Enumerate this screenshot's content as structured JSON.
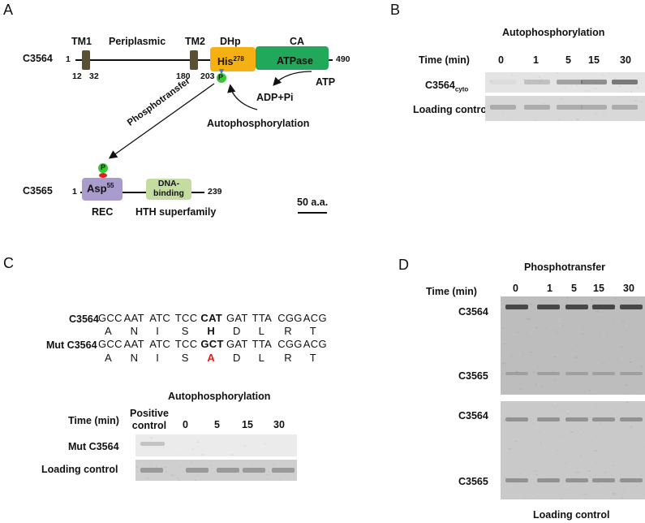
{
  "panels": {
    "a": "A",
    "b": "B",
    "c": "C",
    "d": "D"
  },
  "panel_a": {
    "protein1": "C3564",
    "protein1_start": "1",
    "protein1_end": "490",
    "tm1": "TM1",
    "tm2": "TM2",
    "periplasmic": "Periplasmic",
    "dhp": "DHp",
    "ca": "CA",
    "his_residue": "His",
    "his_number": "278",
    "atpase": "ATPase",
    "pos_12": "12",
    "pos_32": "32",
    "pos_180": "180",
    "pos_203": "203",
    "phospho": "P",
    "atp": "ATP",
    "adp": "ADP+Pi",
    "autophos": "Autophosphorylation",
    "phosphotransfer": "Phosphotransfer",
    "protein2": "C3565",
    "protein2_start": "1",
    "protein2_end": "239",
    "asp_residue": "Asp",
    "asp_number": "55",
    "dna_binding_line1": "DNA-",
    "dna_binding_line2": "binding",
    "rec": "REC",
    "hth": "HTH superfamily",
    "scale": "50 a.a.",
    "colors": {
      "tm": "#5a5035",
      "dhp": "#f5b014",
      "ca": "#22a85a",
      "rec": "#a99ccc",
      "dna": "#c5dca0",
      "phospho": "#36c936",
      "his_tip": "#4a7ac8",
      "asp_tip": "#e02020"
    }
  },
  "panel_b": {
    "title": "Autophosphorylation",
    "time_label": "Time (min)",
    "times": [
      "0",
      "1",
      "5",
      "15",
      "30"
    ],
    "row1_label_main": "C3564",
    "row1_label_sub": "cyto",
    "row2_label": "Loading control",
    "band_intensities": [
      0.05,
      0.25,
      0.45,
      0.6,
      0.75
    ]
  },
  "panel_c": {
    "wt_label": "C3564",
    "wt_seq": [
      "GCC",
      "AAT",
      "ATC",
      "TCC",
      "CAT",
      "GAT",
      "TTA",
      "CGG",
      "ACG"
    ],
    "wt_aa": [
      "A",
      "N",
      "I",
      "S",
      "H",
      "D",
      "L",
      "R",
      "T"
    ],
    "mut_label": "Mut C3564",
    "mut_seq": [
      "GCC",
      "AAT",
      "ATC",
      "TCC",
      "GCT",
      "GAT",
      "TTA",
      "CGG",
      "ACG"
    ],
    "mut_aa": [
      "A",
      "N",
      "I",
      "S",
      "A",
      "D",
      "L",
      "R",
      "T"
    ],
    "mutated_index": 4,
    "mut_color": "#e02020",
    "title": "Autophosphorylation",
    "time_label": "Time (min)",
    "positive_line1": "Positive",
    "positive_line2": "control",
    "times": [
      "0",
      "5",
      "15",
      "30"
    ],
    "row1_label": "Mut C3564",
    "row2_label": "Loading control"
  },
  "panel_d": {
    "title": "Phosphotransfer",
    "time_label": "Time (min)",
    "times": [
      "0",
      "1",
      "5",
      "15",
      "30"
    ],
    "upper_c3564": "C3564",
    "upper_c3565": "C3565",
    "lower_c3564": "C3564",
    "lower_c3565": "C3565",
    "footer": "Loading control"
  }
}
